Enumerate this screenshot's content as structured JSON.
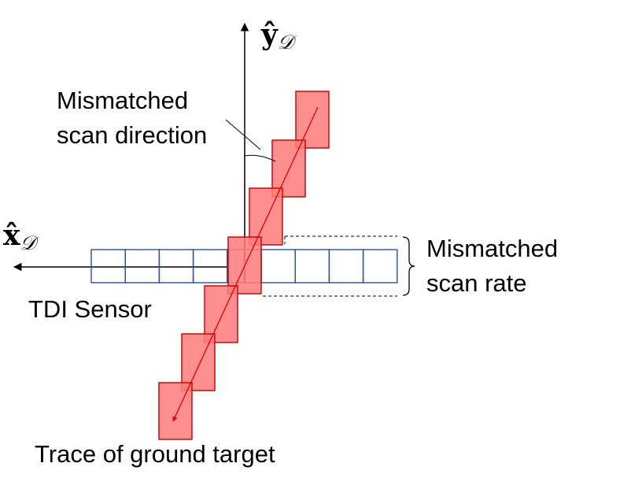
{
  "axes": {
    "y": {
      "symbol": "ŷ",
      "subscript": "𝒟"
    },
    "x": {
      "symbol": "x̂",
      "subscript": "𝒟"
    }
  },
  "labels": {
    "scan_direction": [
      "Mismatched",
      "scan direction"
    ],
    "scan_rate": [
      "Mismatched",
      "scan rate"
    ],
    "sensor": "TDI Sensor",
    "trace": "Trace of ground target"
  },
  "sensor": {
    "cells": 9
  },
  "target_trace": {
    "frames": 7
  },
  "colors": {
    "sensor": "#2f4f8f",
    "sensor_label": "#2f5597",
    "frame_fill": "#ff7b7b",
    "frame_stroke": "#c00000",
    "trace_line": "#e00000",
    "trace_label": "#e00000",
    "axis": "#000000"
  }
}
